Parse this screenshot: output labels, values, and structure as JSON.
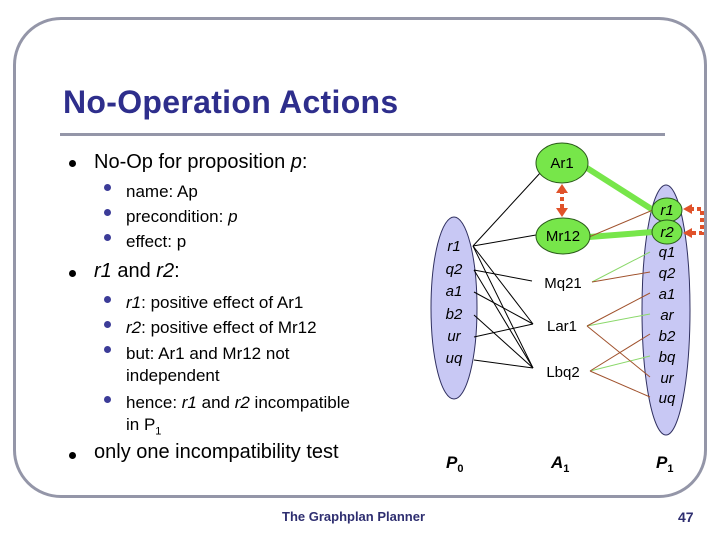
{
  "slide": {
    "title": "No-Operation Actions",
    "bullets": [
      {
        "text": "No-Op for proposition ",
        "italic": "p",
        "suffix": ":",
        "sub": [
          {
            "label": "name: Ap"
          },
          {
            "label": "precondition: ",
            "italic": "p"
          },
          {
            "label": "effect: p"
          }
        ]
      },
      {
        "italic1": "r1",
        "mid": " and ",
        "italic2": "r2",
        "suffix": ":",
        "sub": [
          {
            "italic": "r1",
            "label": ": positive effect of Ar1"
          },
          {
            "italic": "r2",
            "label": ": positive effect of Mr12"
          },
          {
            "line1": "but: Ar1 and Mr12 not",
            "line2": "independent"
          },
          {
            "pre": "hence: ",
            "i1": "r1",
            "mid": " and ",
            "i2": "r2",
            "post": " incompatible",
            "line2": "in P",
            "line2_sub": "1"
          }
        ]
      },
      {
        "text": "only one incompatibility test"
      }
    ],
    "footer": {
      "title": "The Graphplan Planner",
      "page": "47"
    }
  },
  "diagram": {
    "colors": {
      "ellipse_fill": "#c8c8f4",
      "action_fill": "#77e64a",
      "green_edge": "#77e64a",
      "brown_edge": "#a0522d",
      "mutex": "#e0522a",
      "black_edge": "#000000"
    },
    "level_labels": {
      "p0": "P",
      "p0_sub": "0",
      "a1": "A",
      "a1_sub": "1",
      "p1": "P",
      "p1_sub": "1"
    },
    "p0_props": [
      "r1",
      "q2",
      "a1",
      "b2",
      "ur",
      "uq"
    ],
    "actions": [
      "Ar1",
      "Mr12",
      "Mq21",
      "Lar1",
      "Lbq2"
    ],
    "p1_props": [
      "r1",
      "r2",
      "q1",
      "q2",
      "a1",
      "ar",
      "b2",
      "bq",
      "ur",
      "uq"
    ],
    "preconditions": [
      [
        "r1",
        "Ar1"
      ],
      [
        "r1",
        "Mr12"
      ],
      [
        "r1",
        "Lar1"
      ],
      [
        "r1",
        "Lbq2"
      ],
      [
        "q2",
        "Mq21"
      ],
      [
        "q2",
        "Lbq2"
      ],
      [
        "a1",
        "Lar1"
      ],
      [
        "b2",
        "Lbq2"
      ],
      [
        "ur",
        "Lar1"
      ],
      [
        "uq",
        "Lbq2"
      ]
    ],
    "add_effects": [
      [
        "Ar1",
        "r1"
      ],
      [
        "Mr12",
        "r2"
      ],
      [
        "Mq21",
        "q1"
      ],
      [
        "Lar1",
        "ar"
      ],
      [
        "Lbq2",
        "bq"
      ]
    ],
    "delete_effects": [
      [
        "Mr12",
        "r1"
      ],
      [
        "Mq21",
        "q2"
      ],
      [
        "Lar1",
        "a1"
      ],
      [
        "Lar1",
        "ur"
      ],
      [
        "Lbq2",
        "b2"
      ],
      [
        "Lbq2",
        "uq"
      ]
    ],
    "mutex_actions": [
      "Ar1",
      "Mr12"
    ],
    "mutex_props": [
      "r1",
      "r2"
    ]
  }
}
